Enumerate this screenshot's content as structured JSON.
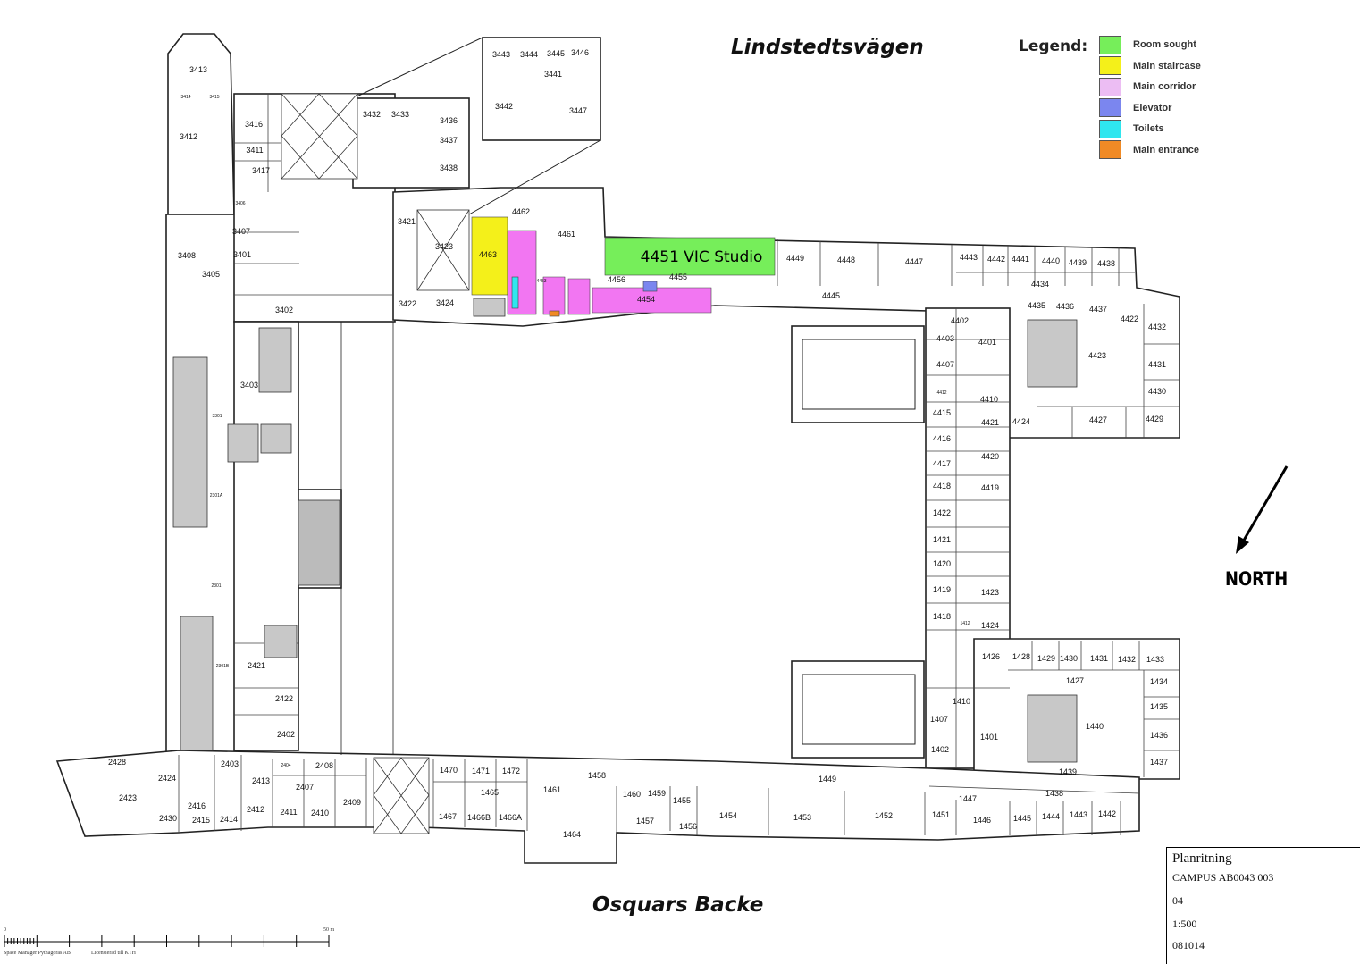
{
  "streets": {
    "north": "Lindstedtsvägen",
    "south": "Osquars Backe"
  },
  "legend": {
    "title": "Legend:",
    "items": [
      {
        "label": "Room sought",
        "color": "#76ee5a"
      },
      {
        "label": "Main staircase",
        "color": "#f4f01a"
      },
      {
        "label": "Main corridor",
        "color": "#ecbdf3"
      },
      {
        "label": "Elevator",
        "color": "#7b86ef"
      },
      {
        "label": "Toilets",
        "color": "#2fe6ef"
      },
      {
        "label": "Main entrance",
        "color": "#f08a25"
      }
    ]
  },
  "highlight": {
    "room_label": "4451 VIC Studio",
    "corridor_color": "#f276f2"
  },
  "north_label": "NORTH",
  "title_block": {
    "title": "Planritning",
    "code": "CAMPUS AB0043 003",
    "floor": "04",
    "scale": "1:500",
    "date": "081014"
  },
  "scale_bar": {
    "start": "0",
    "end": "50 m",
    "credit_left": "Space Manager Pythagoras AB",
    "credit_right": "Licensierad till KTH"
  },
  "rooms": [
    "3413",
    "3414",
    "3415",
    "3416",
    "3412",
    "3411",
    "3417",
    "3432",
    "3433",
    "3436",
    "3437",
    "3438",
    "3443",
    "3444",
    "3445",
    "3446",
    "3441",
    "3442",
    "3447",
    "3423",
    "3424",
    "3422",
    "3421",
    "3407",
    "3408",
    "3405",
    "3401",
    "3402",
    "3403",
    "3406",
    "4462",
    "4461",
    "4463",
    "4456",
    "4455",
    "4454",
    "4453",
    "4449",
    "4448",
    "4447",
    "4443",
    "4442",
    "4441",
    "4440",
    "4439",
    "4438",
    "4434",
    "4445",
    "4435",
    "4436",
    "4437",
    "4422",
    "4432",
    "4431",
    "4430",
    "4429",
    "4427",
    "4424",
    "4423",
    "4402",
    "4401",
    "4403",
    "4407",
    "4412",
    "4415",
    "4416",
    "4417",
    "4418",
    "4410",
    "4421",
    "4420",
    "4419",
    "1422",
    "1421",
    "1420",
    "1419",
    "1418",
    "1412",
    "1423",
    "1424",
    "1426",
    "1428",
    "1429",
    "1430",
    "1431",
    "1432",
    "1433",
    "1427",
    "1434",
    "1435",
    "1436",
    "1437",
    "1440",
    "1401",
    "1410",
    "1407",
    "1402",
    "1439",
    "1438",
    "1449",
    "1447",
    "1446",
    "1445",
    "1444",
    "1443",
    "1442",
    "1451",
    "1452",
    "1453",
    "1454",
    "1455",
    "1456",
    "1457",
    "1458",
    "1459",
    "1460",
    "1461",
    "1464",
    "1465",
    "1466A",
    "1466B",
    "1467",
    "1470",
    "1471",
    "1472",
    "2409",
    "2410",
    "2411",
    "2412",
    "2407",
    "2408",
    "2413",
    "2414",
    "2415",
    "2416",
    "2403",
    "2404",
    "2424",
    "2423",
    "2428",
    "2430",
    "2421",
    "2422",
    "2402",
    "2301A",
    "2301",
    "2301B",
    "3301"
  ]
}
